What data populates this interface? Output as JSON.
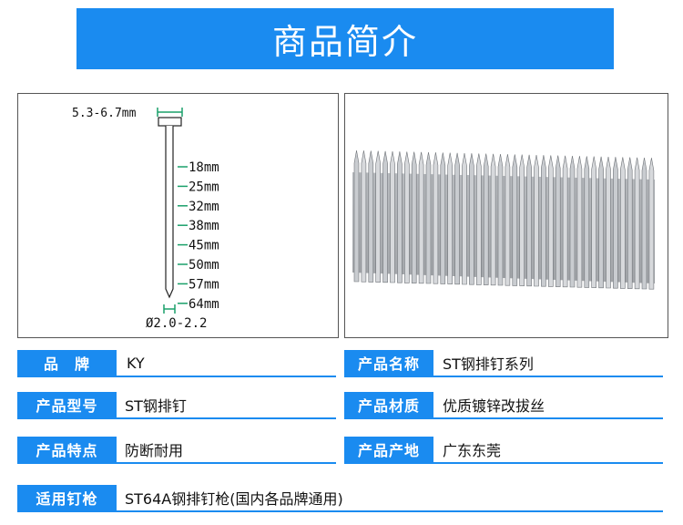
{
  "header": {
    "title": "商品简介"
  },
  "diagram": {
    "head_width_label": "5.3-6.7mm",
    "lengths": [
      "18mm",
      "25mm",
      "32mm",
      "38mm",
      "45mm",
      "50mm",
      "57mm",
      "64mm"
    ],
    "diameter_label": "Ø2.0-2.2"
  },
  "specs": {
    "brand": {
      "label": "品　牌",
      "value": "KY"
    },
    "product_name": {
      "label": "产品名称",
      "value": "ST钢排钉系列"
    },
    "model": {
      "label": "产品型号",
      "value": "ST钢排钉"
    },
    "material": {
      "label": "产品材质",
      "value": "优质镀锌改拔丝"
    },
    "features": {
      "label": "产品特点",
      "value": "防断耐用"
    },
    "origin": {
      "label": "产品产地",
      "value": "广东东莞"
    },
    "applicable_gun": {
      "label": "适用钉枪",
      "value": "ST64A钢排钉枪(国内各品牌通用)"
    }
  },
  "colors": {
    "accent": "#1a8bf0",
    "dimension_green": "#1aa06a"
  }
}
